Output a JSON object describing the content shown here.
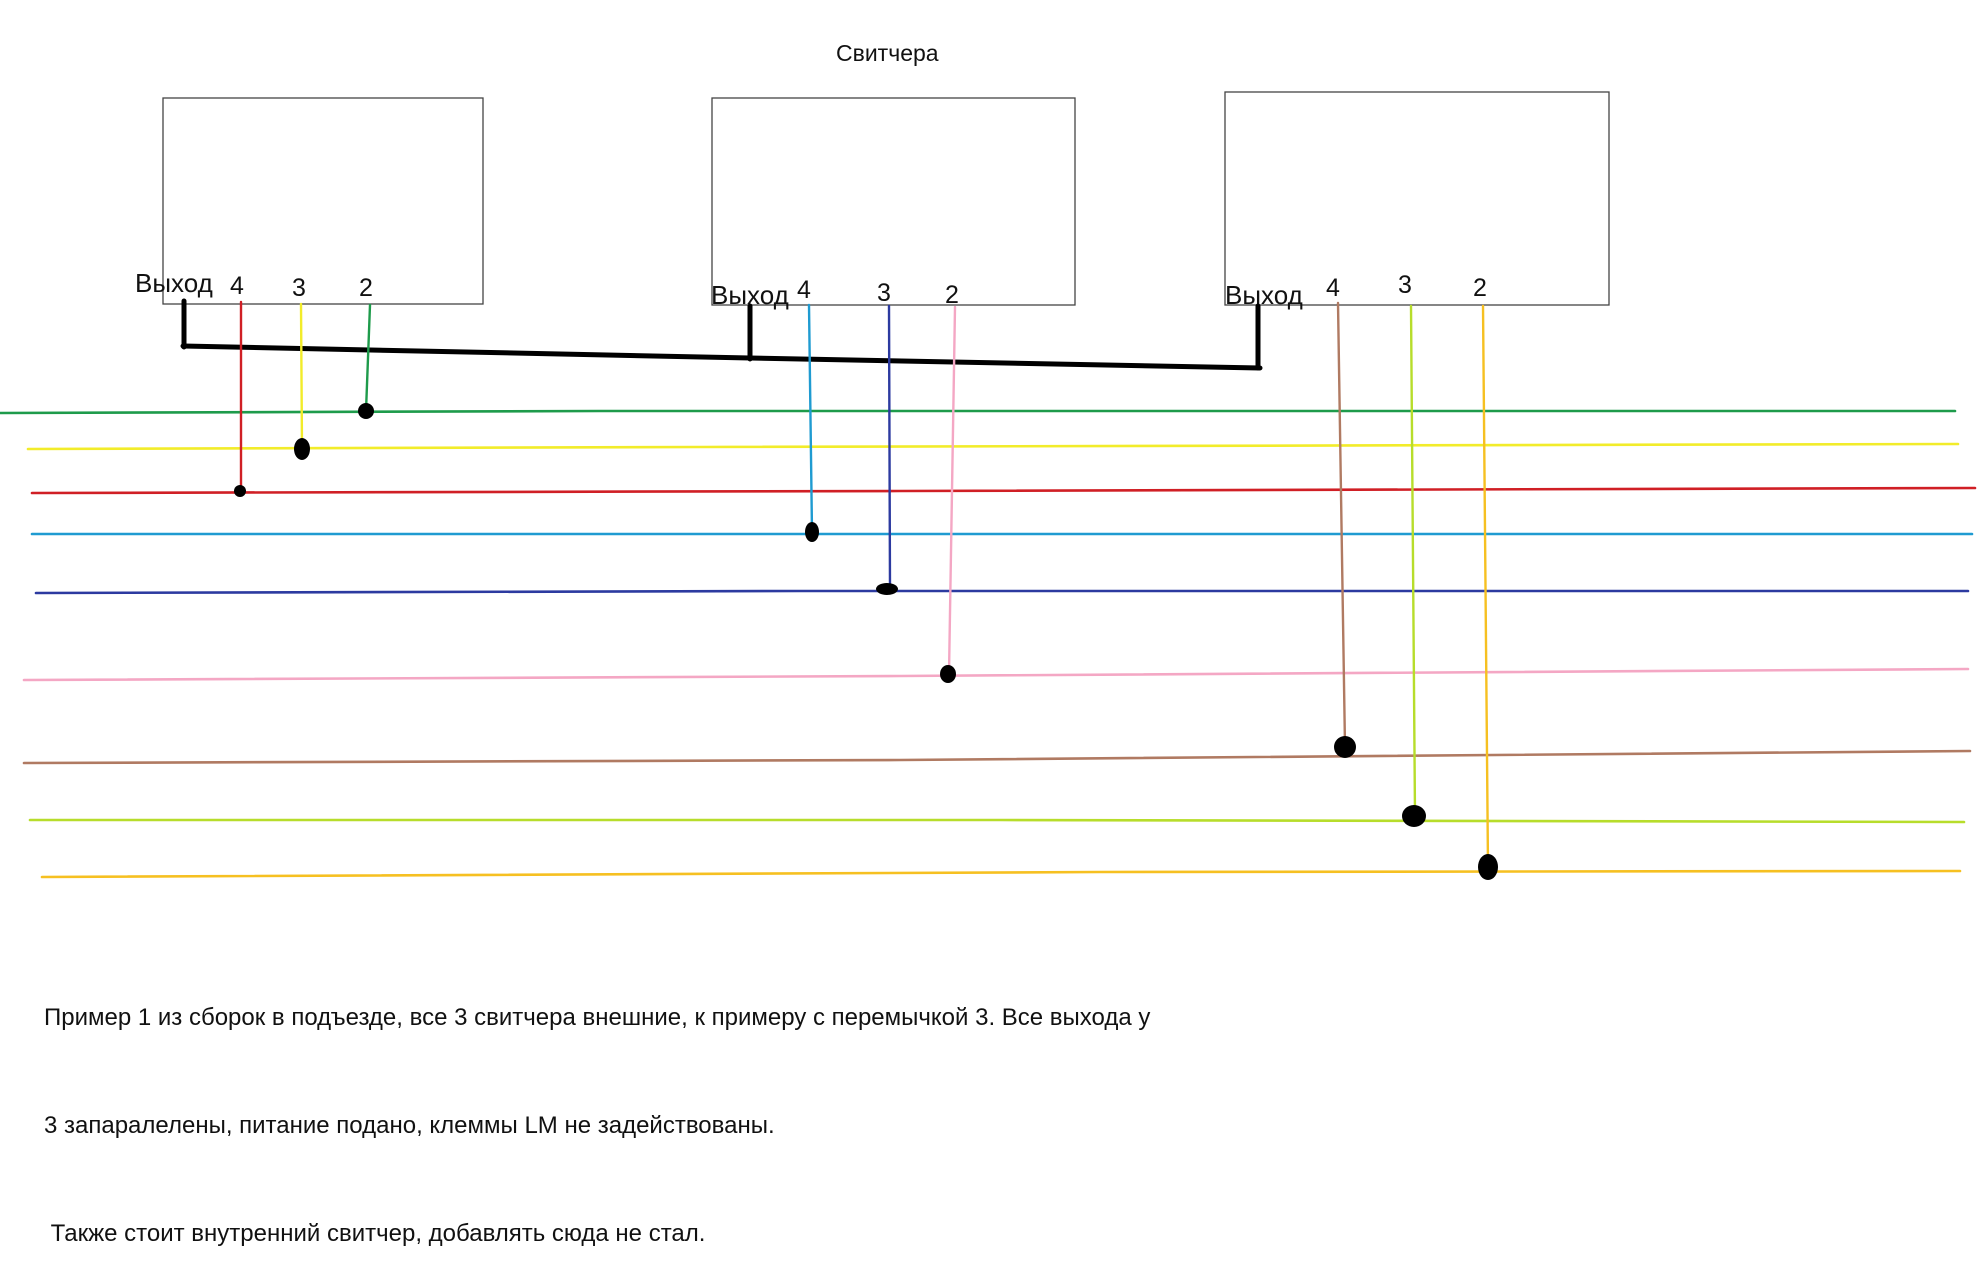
{
  "diagram": {
    "title": "Свитчера",
    "output_label": "Выход",
    "switches": [
      {
        "id": "sw1",
        "terminals": [
          "4",
          "3",
          "2"
        ]
      },
      {
        "id": "sw2",
        "terminals": [
          "4",
          "3",
          "2"
        ]
      },
      {
        "id": "sw3",
        "terminals": [
          "4",
          "3",
          "2"
        ]
      }
    ],
    "wire_colors": {
      "bus_green": "#1e9b4b",
      "bus_yellow": "#f2ec2a",
      "bus_red": "#d01f25",
      "bus_cyan": "#1f9bd1",
      "bus_navy": "#2c3aa0",
      "bus_pink": "#f4a7c4",
      "bus_brown": "#b07a62",
      "bus_lime": "#b7dd2b",
      "bus_gold": "#f6c021",
      "output_jumper": "#000000",
      "box_border": "#444444"
    },
    "connections": [
      {
        "switch": "sw1",
        "terminal": "4",
        "bus": "bus_red"
      },
      {
        "switch": "sw1",
        "terminal": "3",
        "bus": "bus_yellow"
      },
      {
        "switch": "sw1",
        "terminal": "2",
        "bus": "bus_green"
      },
      {
        "switch": "sw2",
        "terminal": "4",
        "bus": "bus_cyan"
      },
      {
        "switch": "sw2",
        "terminal": "3",
        "bus": "bus_navy"
      },
      {
        "switch": "sw2",
        "terminal": "2",
        "bus": "bus_pink"
      },
      {
        "switch": "sw3",
        "terminal": "4",
        "bus": "bus_brown"
      },
      {
        "switch": "sw3",
        "terminal": "3",
        "bus": "bus_lime"
      },
      {
        "switch": "sw3",
        "terminal": "2",
        "bus": "bus_gold"
      }
    ]
  },
  "note": {
    "line1": "Пример 1 из сборок в подъезде, все 3 свитчера внешние, к примеру с перемычкой 3. Все выхода у",
    "line2": "3 запаралелены, питание подано, клеммы LM не задействованы.",
    "line3": " Также стоит внутренний свитчер, добавлять сюда не стал."
  }
}
